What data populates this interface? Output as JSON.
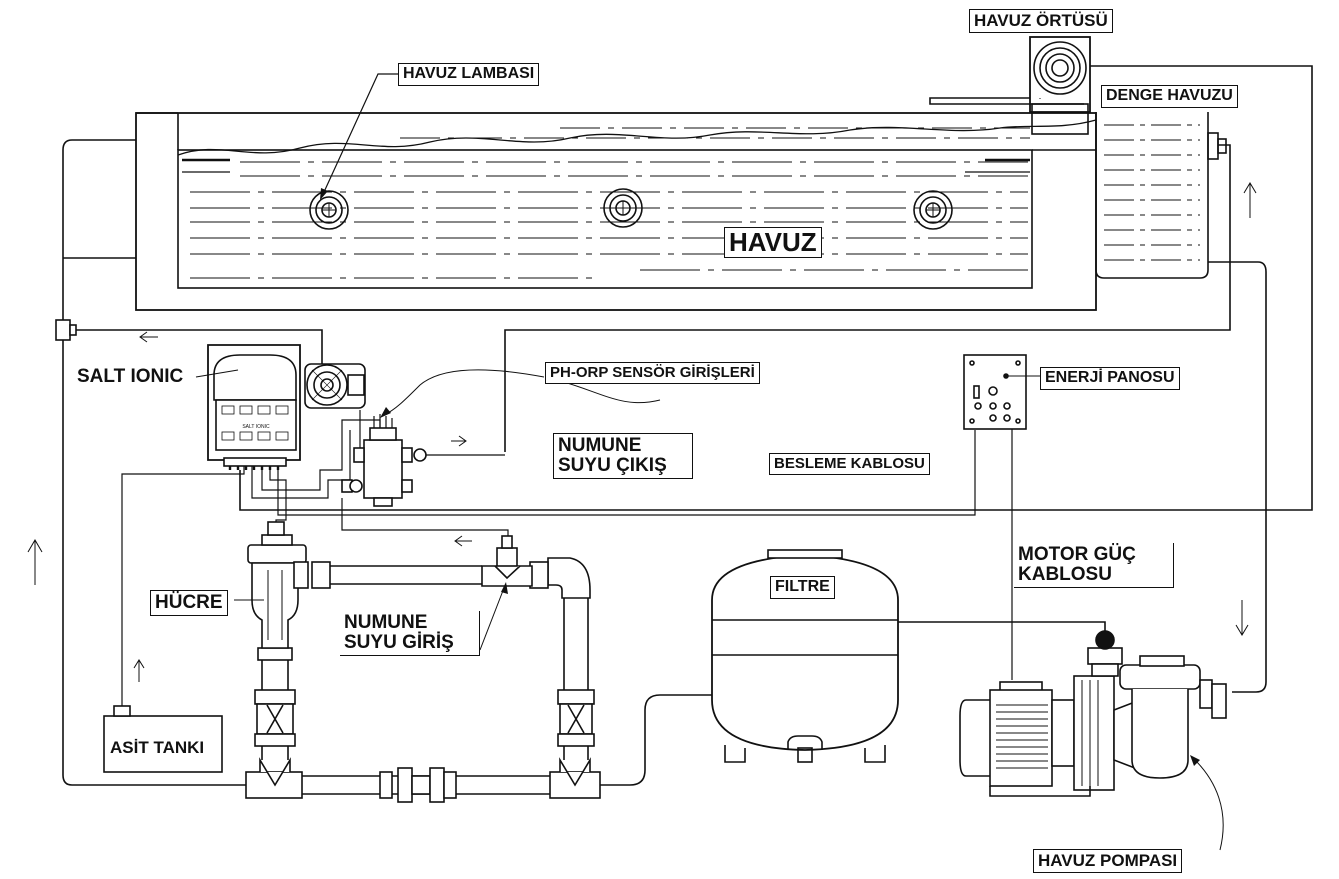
{
  "labels": {
    "havuz_ortusu": "HAVUZ ÖRTÜSÜ",
    "havuz_lambasi": "HAVUZ LAMBASI",
    "denge_havuzu": "DENGE HAVUZU",
    "havuz": "HAVUZ",
    "salt_ionic": "SALT IONIC",
    "ph_orp": "PH-ORP SENSÖR GİRİŞLERİ",
    "enerji_panosu": "ENERJİ PANOSU",
    "numune_cikis_1": "NUMUNE",
    "numune_cikis_2": "SUYU ÇIKIŞ",
    "besleme_kablosu": "BESLEME KABLOSU",
    "motor_guc_1": "MOTOR GÜÇ",
    "motor_guc_2": "KABLOSU",
    "hucre": "HÜCRE",
    "numune_giris_1": "NUMUNE",
    "numune_giris_2": "SUYU GİRİŞ",
    "filtre": "FILTRE",
    "asit_tanki": "ASİT TANKI",
    "havuz_pompasi": "HAVUZ POMPASI",
    "device_brand": "SALT IONIC"
  },
  "colors": {
    "line": "#111111",
    "background": "#ffffff"
  }
}
